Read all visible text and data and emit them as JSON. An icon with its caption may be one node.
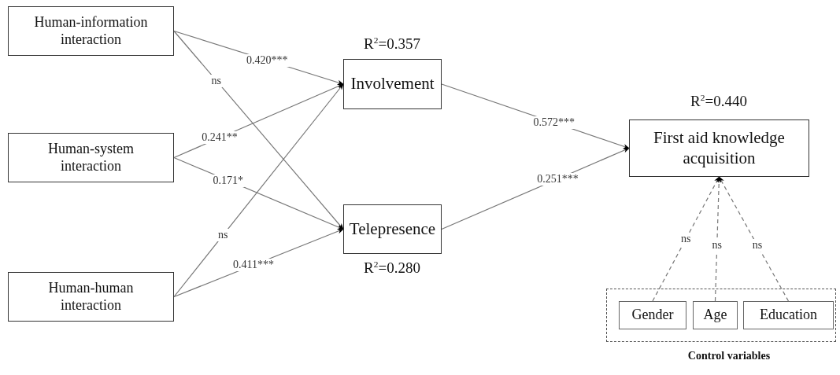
{
  "diagram": {
    "nodes": [
      {
        "text": [
          "Human-information interaction"
        ]
      },
      {
        "text": [
          "Human-system interaction"
        ]
      },
      {
        "text": [
          "Human-human interaction"
        ]
      },
      {
        "text": [
          "Involvement"
        ],
        "beside": [
          "R$^{2}$=0.357"
        ]
      },
      {
        "text": [
          "Telepresence"
        ],
        "beside": [
          "R$^{2}$=0.280"
        ]
      },
      {
        "text": [
          "First aid knowledge acquisition"
        ],
        "beside": [
          "R$^{2}$=0.440"
        ]
      },
      {
        "text": [
          "Control variables"
        ]
      },
      {
        "text": [
          "Gender"
        ],
        "in": 6
      },
      {
        "text": [
          "Age"
        ],
        "in": 6
      },
      {
        "text": [
          "Education"
        ],
        "in": 6
      }
    ],
    "edges": [
      {
        "from": 0,
        "to": 3,
        "arrow": "to",
        "label": "0.420***"
      },
      {
        "from": 0,
        "to": 4,
        "arrow": "to",
        "label": "ns"
      },
      {
        "from": 1,
        "to": 3,
        "arrow": "to",
        "label": "0.241**"
      },
      {
        "from": 1,
        "to": 4,
        "arrow": "to",
        "label": "0.171*"
      },
      {
        "from": 2,
        "to": 3,
        "arrow": "to",
        "label": "ns"
      },
      {
        "from": 2,
        "to": 4,
        "arrow": "to",
        "label": "0.411***"
      },
      {
        "from": 3,
        "to": 5,
        "arrow": "to",
        "label": "0.572***"
      },
      {
        "from": 4,
        "to": 5,
        "arrow": "to",
        "label": "0.251***"
      },
      {
        "from": 7,
        "to": 5,
        "arrow": "to",
        "label": "ns",
        "style": "dashed"
      },
      {
        "from": 8,
        "to": 5,
        "arrow": "to",
        "label": "ns",
        "style": "dashed"
      },
      {
        "from": 9,
        "to": 5,
        "arrow": "to",
        "label": "ns",
        "style": "dashed"
      }
    ]
  }
}
